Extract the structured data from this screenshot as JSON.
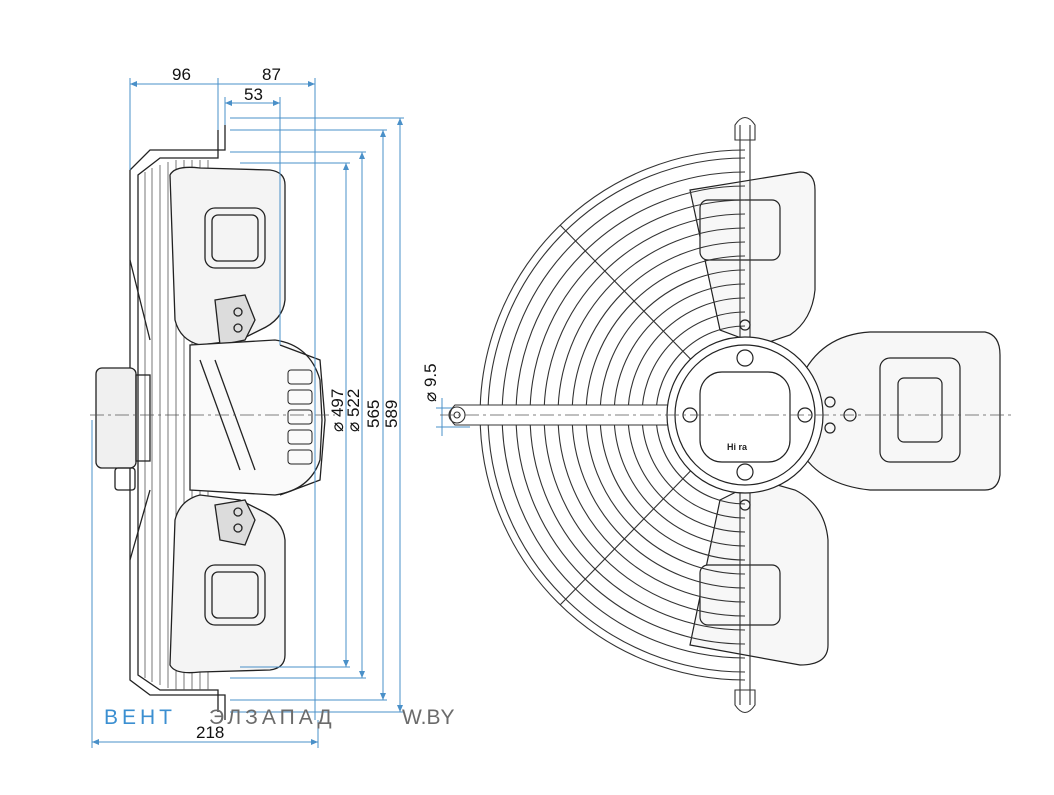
{
  "dimensions": {
    "depth_left": "96",
    "depth_right": "87",
    "hub_offset": "53",
    "total_depth": "218",
    "dia_497": "⌀ 497",
    "dia_522": "⌀ 522",
    "dia_565": "565",
    "dia_589": "589",
    "hole_dia": "⌀ 9.5"
  },
  "watermark": {
    "brand_blue": "ВЕНТ",
    "brand_gray": "ЭЛЗАПАД",
    "domain": "W.BY",
    "colors": {
      "blue": "#3b8fd1",
      "gray": "#6b6b6b"
    }
  },
  "motor_label": "Hi ra",
  "colors": {
    "line": "#222222",
    "dim_line": "#4a90c8",
    "fill_blade": "#f4f4f4"
  }
}
